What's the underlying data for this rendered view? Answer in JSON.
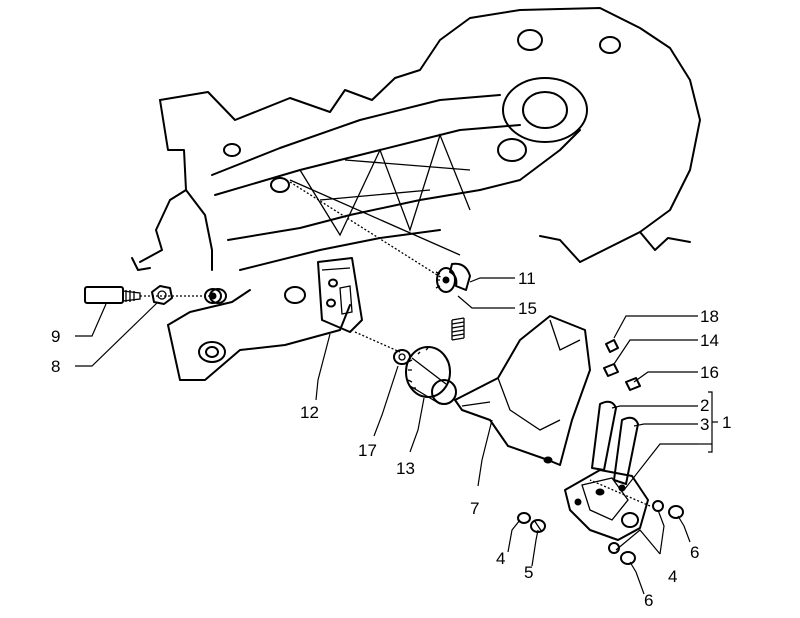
{
  "diagram": {
    "callouts": {
      "c1": "1",
      "c2": "2",
      "c3": "3",
      "c4a": "4",
      "c4b": "4",
      "c5": "5",
      "c6a": "6",
      "c6b": "6",
      "c7": "7",
      "c8": "8",
      "c9": "9",
      "c11": "11",
      "c12": "12",
      "c13": "13",
      "c14": "14",
      "c15": "15",
      "c16": "16",
      "c17": "17",
      "c18": "18"
    }
  }
}
